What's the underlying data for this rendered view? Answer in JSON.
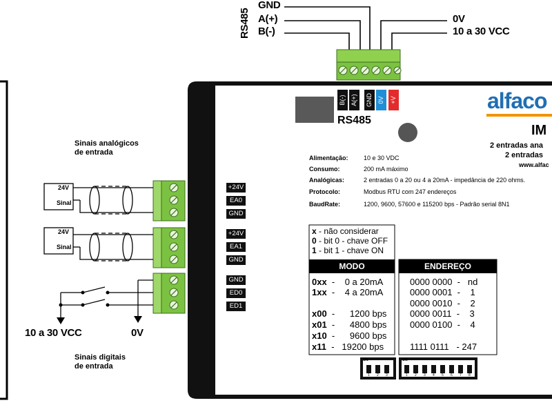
{
  "rs485_top": {
    "vertical_label": "RS485",
    "gnd": "GND",
    "a_plus": "A(+)",
    "b_minus": "B(-)",
    "zero_v": "0V",
    "supply": "10 a 30 VCC"
  },
  "module_tags": {
    "b_minus": "B(-)",
    "a_plus": "A(+)",
    "gnd": "GND",
    "zero_v": "0V",
    "plus_v": "+V",
    "rs485": "RS485"
  },
  "brand": {
    "logo": "alfaco",
    "model": "IM",
    "line1": "2 entradas ana",
    "line2": "2 entradas",
    "url": "www.alfac"
  },
  "left": {
    "analog_title_1": "Sinais analógicos",
    "analog_title_2": "de entrada",
    "digital_title_1": "Sinais digitais",
    "digital_title_2": "de entrada",
    "v24_a": "24V",
    "sinal_a": "Sinal",
    "v24_b": "24V",
    "sinal_b": "Sinal",
    "supply": "10 a 30 VCC",
    "zero_v": "0V"
  },
  "terminals": [
    "+24V",
    "EA0",
    "GND",
    "+24V",
    "EA1",
    "GND",
    "GND",
    "ED0",
    "ED1"
  ],
  "specs": [
    {
      "key": "Alimentação:",
      "value": "10 e 30 VDC"
    },
    {
      "key": "Consumo:",
      "value": "200 mA máximo"
    },
    {
      "key": "Analógicas:",
      "value": "2 entradas 0 a 20 ou 4 a 20mA - impedância de 220 ohms."
    },
    {
      "key": "Protocolo:",
      "value": "Modbus RTU com 247 endereços"
    },
    {
      "key": "BaudRate:",
      "value": "1200, 9600, 57600 e 115200 bps - Padrão serial 8N1"
    }
  ],
  "legend": {
    "x_key": "x",
    "x_text": " - não considerar",
    "zero_key": "0",
    "zero_text": " - bit 0 - chave OFF",
    "one_key": "1",
    "one_text": " - bit 1 - chave ON"
  },
  "modo": {
    "header": "MODO",
    "rows": [
      {
        "code": "0xx",
        "text": "  -    0 a 20mA"
      },
      {
        "code": "1xx",
        "text": "  -    4 a 20mA"
      },
      {
        "code": "x00",
        "text": "  -      1200 bps"
      },
      {
        "code": "x01",
        "text": "  -      4800 bps"
      },
      {
        "code": "x10",
        "text": "  -      9600 bps"
      },
      {
        "code": "x11",
        "text": "  -   19200 bps"
      }
    ]
  },
  "endereco": {
    "header": "ENDEREÇO",
    "rows": [
      "0000 0000  -   nd",
      "0000 0001  -    1",
      "0000 0010  -    2",
      "0000 0011  -    3",
      "0000 0100  -    4",
      "1111 0111   - 247"
    ]
  },
  "dip": {
    "on_label": "ON",
    "numbers_a": [
      "1",
      "2",
      "3"
    ],
    "numbers_b": [
      "1",
      "2",
      "3",
      "4",
      "5",
      "6",
      "7",
      "8"
    ]
  },
  "colors": {
    "terminal_green": "#7cc242",
    "tag_blue": "#1e8fd6",
    "tag_red": "#e32b2b",
    "logo_blue": "#1f6fb4",
    "logo_orange": "#f39200"
  }
}
